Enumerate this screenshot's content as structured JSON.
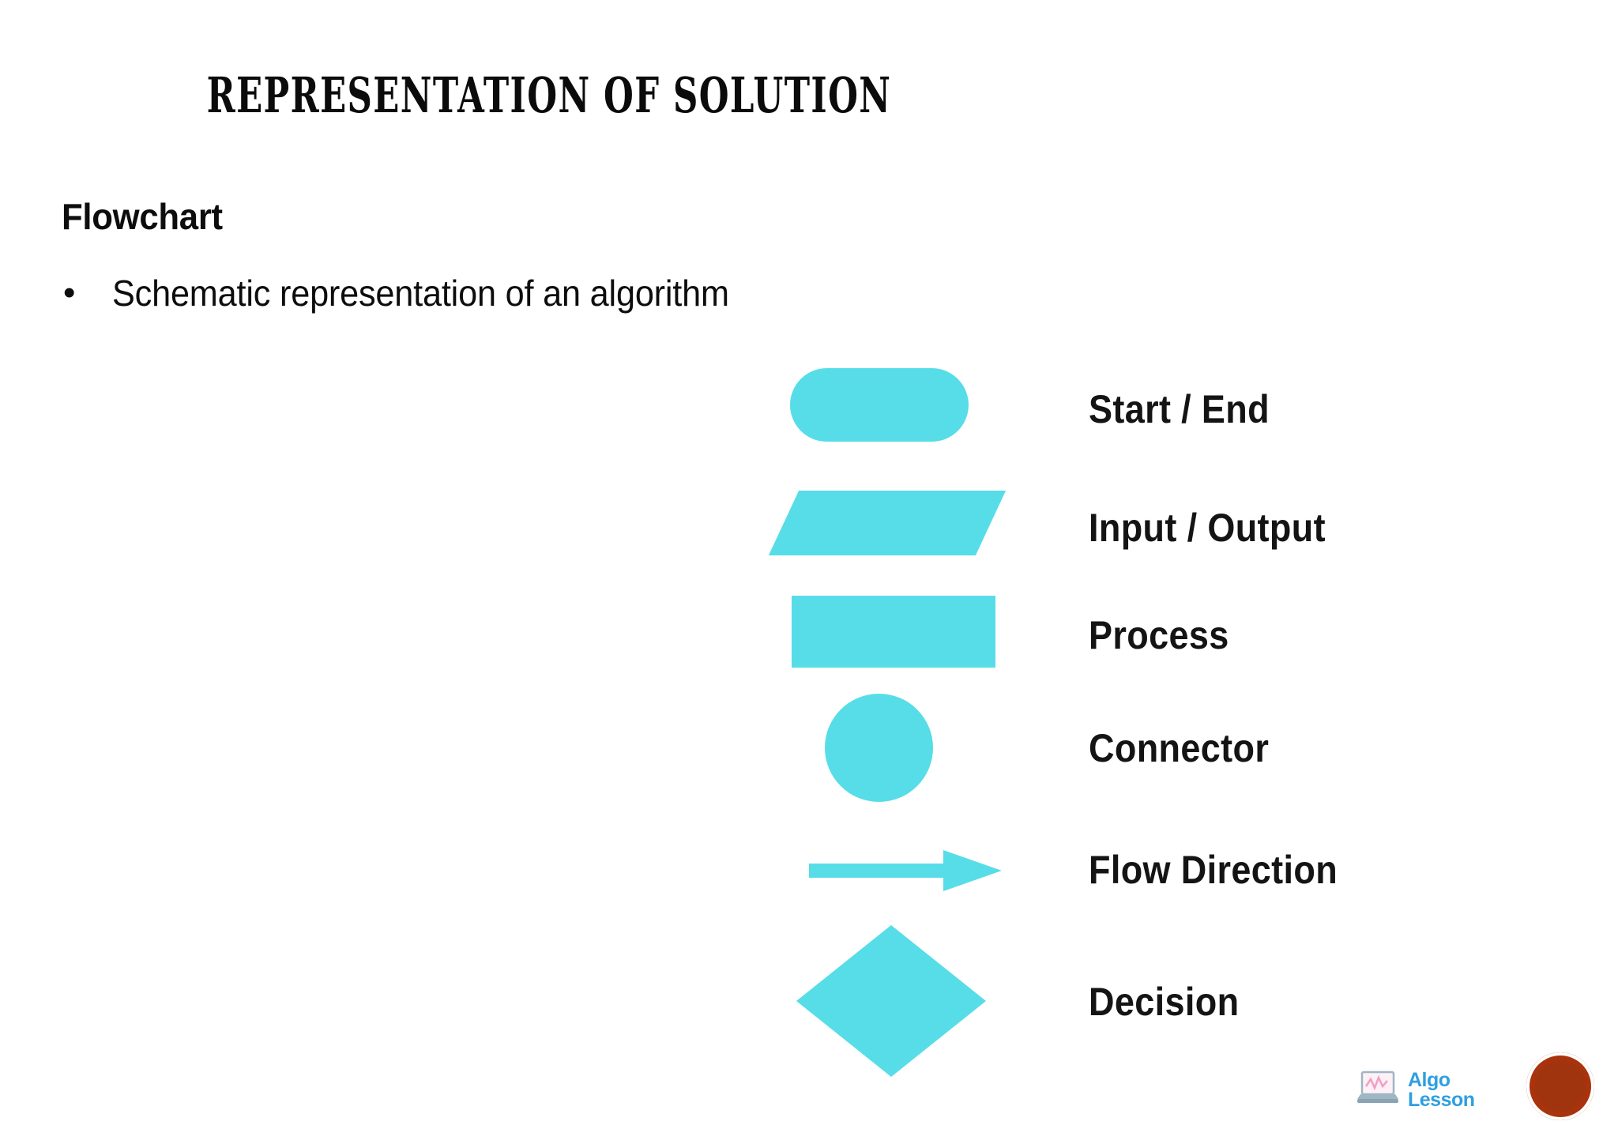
{
  "slide": {
    "title": "REPRESENTATION OF SOLUTION",
    "background_color": "#ffffff",
    "accent_color": "#56dde8",
    "text_color": "#0d0d0d"
  },
  "body": {
    "heading": "Flowchart",
    "bullet_marker": "•",
    "bullet_text": "Schematic representation of an algorithm"
  },
  "legend": {
    "items": [
      {
        "label": "Start / End",
        "shape": "stadium-shape"
      },
      {
        "label": "Input / Output",
        "shape": "parallelogram-shape"
      },
      {
        "label": "Process",
        "shape": "rectangle-shape"
      },
      {
        "label": "Connector",
        "shape": "circle-shape"
      },
      {
        "label": "Flow Direction",
        "shape": "arrow-shape"
      },
      {
        "label": "Decision",
        "shape": "diamond-shape"
      }
    ]
  },
  "footer": {
    "algo_logo": {
      "line1": "Algo",
      "line2": "Lesson",
      "color": "#2e9fe0",
      "icon": "laptop-icon"
    },
    "seal": {
      "color": "#a0340f",
      "icon": "circular-seal-icon"
    }
  }
}
